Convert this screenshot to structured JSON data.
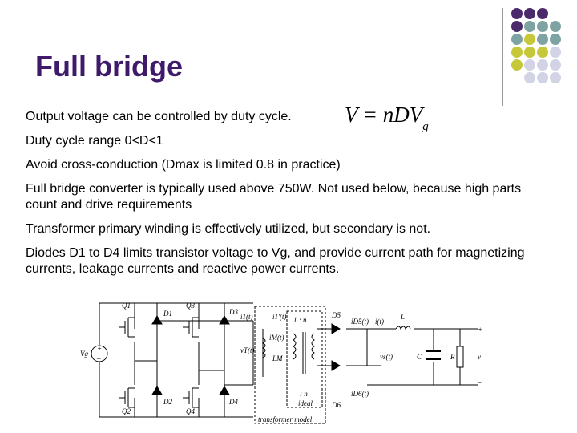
{
  "slide": {
    "title": "Full bridge",
    "formula": {
      "lhs": "V",
      "eq": "=",
      "rhs": "nDV",
      "sub": "g"
    },
    "bullets": [
      "Output voltage can be controlled by duty cycle.",
      "Duty cycle range 0<D<1",
      "Avoid cross-conduction  (Dmax is limited 0.8 in practice)",
      "Full bridge converter is typically used above 750W. Not used below, because high parts count and drive requirements",
      "Transformer primary winding is effectively utilized, but secondary is not.",
      "Diodes D1 to D4 limits transistor voltage  to Vg, and provide current path for magnetizing currents, leakage currents and reactive power currents."
    ]
  },
  "decoration": {
    "colors": {
      "purple": "#4b2a6b",
      "teal": "#7fa3a3",
      "yellowgreen": "#c6c83a",
      "lavender": "#d3d3e6",
      "rule": "#9a9a9a",
      "title": "#3f1a6b"
    }
  },
  "circuit": {
    "labels": {
      "q1": "Q1",
      "q2": "Q2",
      "q3": "Q3",
      "q4": "Q4",
      "d1": "D1",
      "d2": "D2",
      "d3": "D3",
      "d4": "D4",
      "d5": "D5",
      "d6": "D6",
      "vg": "Vg",
      "i1": "i1(t)",
      "i1p": "i1'(t)",
      "im": "iM(t)",
      "vt": "vT(t)",
      "lm": "LM",
      "ratio_top": "1 : n",
      "ratio_bot": ": n",
      "ideal": "ideal",
      "id5": "iD5(t)",
      "id6": "iD6(t)",
      "it": "i(t)",
      "l": "L",
      "vs": "vs(t)",
      "c": "C",
      "r": "R",
      "v": "v",
      "plus": "+",
      "minus": "–",
      "transformer_model": "transformer model"
    }
  }
}
